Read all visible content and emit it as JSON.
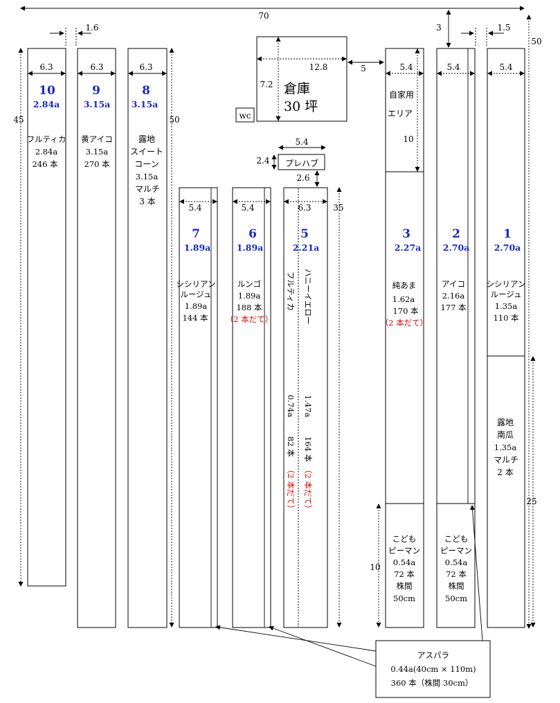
{
  "dims": {
    "total_width": "70",
    "total_depth": "50",
    "bed_depth": "45",
    "spacing_1_6": "1.6",
    "spacing_1_5": "1.5",
    "spacing_3": "3",
    "bed_width_6_3": "6.3",
    "bed_width_5_4": "5.4",
    "depth_50": "50",
    "depth_35": "35",
    "gap_2_6": "2.6",
    "gap_5": "5",
    "depth_10": "10",
    "depth_25": "25"
  },
  "warehouse": {
    "name": "倉庫",
    "size": "30 坪",
    "width": "12.8",
    "depth": "7.2",
    "wc": "wc"
  },
  "prefab": {
    "label": "プレハブ",
    "width": "5.4",
    "depth": "2.4"
  },
  "home_area": {
    "line1": "自家用",
    "line2": "エリア"
  },
  "plots": [
    {
      "number": "10",
      "area": "2.84a",
      "lines": [
        "フルティカ",
        "2.84a",
        "246 本"
      ]
    },
    {
      "number": "9",
      "area": "3.15a",
      "lines": [
        "黄アイコ",
        "3.15a",
        "270 本"
      ]
    },
    {
      "number": "8",
      "area": "3.15a",
      "lines": [
        "露地",
        "スイート",
        "コーン",
        "3.15a",
        "マルチ",
        "3 本"
      ]
    },
    {
      "number": "7",
      "area": "1.89a",
      "lines": [
        "シシリアン",
        "ルージュ",
        "1.89a",
        "144 本"
      ]
    },
    {
      "number": "6",
      "area": "1.89a",
      "lines": [
        "ルンゴ",
        "1.89a",
        "188 本"
      ],
      "note": "（2 本だて）"
    },
    {
      "number": "5",
      "area": "2.21a",
      "col_a": {
        "name": "ハニーイエロー",
        "area": "1.47a",
        "count": "164 本",
        "note": "（2 本だて）"
      },
      "col_b": {
        "name": "フルティカ",
        "area": "0.74a",
        "count": "82 本",
        "note": "（2 本だて）"
      }
    },
    {
      "number": "3",
      "area": "2.27a",
      "lines": [
        "純あま",
        "1.62a",
        "170 本"
      ],
      "note": "（2 本だて）",
      "bottom": [
        "こども",
        "ピーマン",
        "0.54a",
        "72 本",
        "株間",
        "50cm"
      ]
    },
    {
      "number": "2",
      "area": "2.70a",
      "lines": [
        "アイコ",
        "2.16a",
        "177 本"
      ],
      "bottom": [
        "こども",
        "ピーマン",
        "0.54a",
        "72 本",
        "株間",
        "50cm"
      ]
    },
    {
      "number": "1",
      "area": "2.70a",
      "lines": [
        "シシリアン",
        "ルージュ",
        "1.35a",
        "110 本"
      ],
      "bottom": [
        "露地",
        "南瓜",
        "1.35a",
        "マルチ",
        "2 本"
      ]
    }
  ],
  "asparagus": {
    "line1": "アスパラ",
    "line2": "0.44a(40cm × 110m)",
    "line3": "360 本（株間 30cm）"
  },
  "colors": {
    "plot_number": "#1428c8",
    "note": "#e00000"
  }
}
